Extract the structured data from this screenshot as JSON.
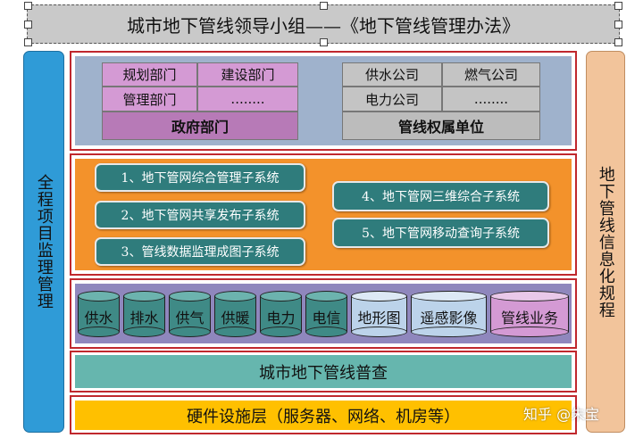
{
  "title": "城市地下管线领导小组——《地下管线管理办法》",
  "left_column": "全程项目监理管理",
  "right_column": "地下管线信息化规程",
  "government": {
    "cells": [
      "规划部门",
      "建设部门",
      "管理部门",
      "........"
    ],
    "label": "政府部门"
  },
  "owners": {
    "cells": [
      "供水公司",
      "燃气公司",
      "电力公司",
      "........"
    ],
    "label": "管线权属单位"
  },
  "subsystems": [
    "1、地下管网综合管理子系统",
    "2、地下管网共享发布子系统",
    "3、管线数据监理成图子系统",
    "4、地下管网三维综合子系统",
    "5、地下管网移动查询子系统"
  ],
  "databases": [
    "供水",
    "排水",
    "供气",
    "供暖",
    "电力",
    "电信",
    "地形图",
    "遥感影像",
    "管线业务"
  ],
  "census": "城市地下管线普查",
  "hardware": "硬件设施层（服务器、网络、机房等）",
  "watermark": "知乎 @朱宝",
  "colors": {
    "title_bg": "#c9c9c9",
    "left_column": "#2f9bd7",
    "right_column": "#f2c49b",
    "frame_border": "#c0282d",
    "row1_bg": "#9fb2cc",
    "row2_bg": "#f3922b",
    "subsystem_box": "#2f7c7c",
    "row3_bg": "#8f87bd",
    "census_bg": "#66b6ae",
    "hardware_bg": "#ffc000"
  }
}
